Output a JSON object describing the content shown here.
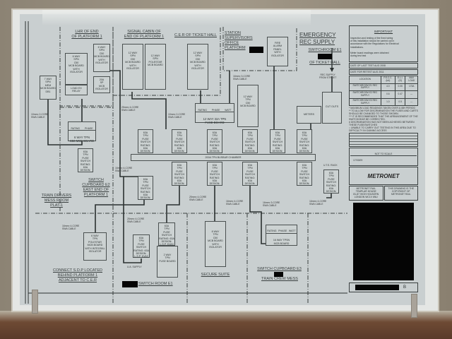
{
  "regions": {
    "lhr_end": "LHR OF END\nOF PLATFORM 1",
    "signal_cabin": "SIGNAL CABIN OF\nEND OF PLATFORM 1",
    "cer": "C.E.R OF TICKET HALL",
    "supervisor": "STATION\nSUPERVISORS\nOFFICE\nPLATFORM",
    "emergency_title": "EMERGENCY\nREC SUPPLY",
    "switchroom_e1": "SWITCHROOM E1",
    "ticket_hall": "OF TICKET HALL",
    "rec_supply_street": "REC SUPPLY\nFROM STREET",
    "train_drivers": "TRAIN DRIVERS\nMESS ROOM\nPLAT 1",
    "switch_cupboard_e2": "SWITCH\nCUPBOARD E2\nEAST END OF\nPLATFORM 1",
    "connect_sdp": "CONNECT S.D.P LOCATED\nBEHIND PLATFORM 1\nADJACENT TO C.E.R",
    "switch_room_e1": "SWITCH ROOM E1",
    "secure_suite": "SECURE SUITE",
    "switch_cupboard_e3": "SWITCH CUPBOARD E3",
    "train_crew_mess": "TRAIN CREW MESS",
    "uts_rack": "U.T.S. RACK",
    "ua_supply": "U.A. SUPPLY"
  },
  "boards": {
    "b6way": "6 WAY\nSPN\nC50\nMCB BOARD\nWITH\nISOLATOR",
    "load_ex": "LOAD EX\nRELAY",
    "b6way_small": "6 WAY\nSPN\nC50\nMCB BOARD\nWITH\nISOLATOR",
    "b20a": "20A\nSP\nMCB\nISOLATOR",
    "b7way": "7 WAY\nSPN\nMEM\nMCB BOARD\nDB1",
    "b12way_a": "12 WAY\nSPN\nC50\nMCB BOARD\nWITH\nISOLATOR",
    "b12way_b": "12 WAY\nSPN\nPOLESTAR\nMCB BOARD",
    "b12way_c": "12 WAY\nSPN\nC50\nMCB BOARD\nWITH\nISOLATOR",
    "fire_alarm": "FIRE\nALARM\nPANEL\nWITH\nISOLATOR",
    "b12way_tpn": "12 WAY\nTPN\nC50\nMCB BOARD",
    "b12way_fuse": "12 WAY 32A TPN\nFUSE BOARD",
    "b6way_tpn": "6 WAY TPN\nC50 MCB BOARD",
    "meters": "METERS",
    "cut_outs": "CUT OUTS",
    "busbar": "200A TPN BUSBAR CHAMBER",
    "b6way_polestar": "6 WAY\nTPN\nPOLESTAR\nMCB BOARD\nWITH INTEGRAL\nISOLATOR",
    "b2way": "2 WAY\nTPN\nFUSE BOARD",
    "b8way": "8 WAY\nTPN\nC50\nMCB BOARD\nWITH\nISOLATOR",
    "b16way": "16 WAY TPSN\nMCB BOARD",
    "fuse_switch": "63A\nTPN\nFUSE SWITCH\nRATING: 63A\nDESIGN:\nL.S.P. KVA3"
  },
  "rating_table": {
    "rating": "RATING",
    "phase": "PHASE",
    "watt": "WATT"
  },
  "cable_labels": {
    "c1": "16mm² 4-CORE\nSWA CABLE",
    "c2": "25mm² 4-CORE\nSWA CABLE",
    "c3": "10mm² 2-CORE\nSWA CABLE",
    "c4": "16mm² 3-CORE\nSWA CABLE"
  },
  "panel": {
    "important_title": "IMPORTANT",
    "important_text": "Inspection and testing of the fixed wiring\nof this installation should be carried out in\naccordance with the Regulations for Electrical\nInstallations.\n\nMeter board readings were obtained\nduring test test",
    "last_test": "DATE OF LAST TEST AUG 2008",
    "retest": "DATE FOR RETEST AUG 2011",
    "table_headers": [
      "LOCATION",
      "P.S.C.C. (kA)",
      "E.L.I. (Ω)",
      "MAX LOAD"
    ],
    "table_rows": [
      [
        "SWITCHROOM E1 REC SUPPLY",
        "4.0",
        "0.05",
        "173A"
      ],
      [
        "SWITCHROOM E2 REC SUPPLY",
        "0.6",
        "0.47",
        "---"
      ],
      [
        "SWITCHROOM E3 REC SUPPLY",
        "1.0",
        "0.5",
        "---"
      ]
    ],
    "notes": "* MAXIMUM LOAD READINGS TAKEN OVER A 48H PERIOD\n** TO ALLOW FOR DISCRIMINATION THE FUSES AND CARTS SHOULD BE CHANGED TO THOSE SHOWN.\n*** IT IS RECOMMENDED THAT THE ARRANGEMENT OF THE SWITCHGEAR BE CORRECTED.\n# DISCRIMINATION HAS NOT BEEN ACHIEVED BETWEEN THESE FUSE/SWITCHES\n○ UNABLE TO CARRY OUT TESTING IN THIS AREA DUE TO DIFFICULTY IN GAINING ACCESS",
    "not_to_scale": "NOT TO SCALE",
    "date": "17/03/09",
    "logo": "METRONET",
    "address": "METRONET RAIL\nTEMPLAR HOUSE\n81-87 HIGH HOLBORN\nLONDON WC1V 6NU",
    "copyright": "THIS DRAWING IS THE COPYRIGHT OF METRONET RAIL",
    "revision": "B"
  },
  "colors": {
    "paper": "#c9cfd0",
    "line": "#3a4040",
    "redaction": "#050505"
  }
}
